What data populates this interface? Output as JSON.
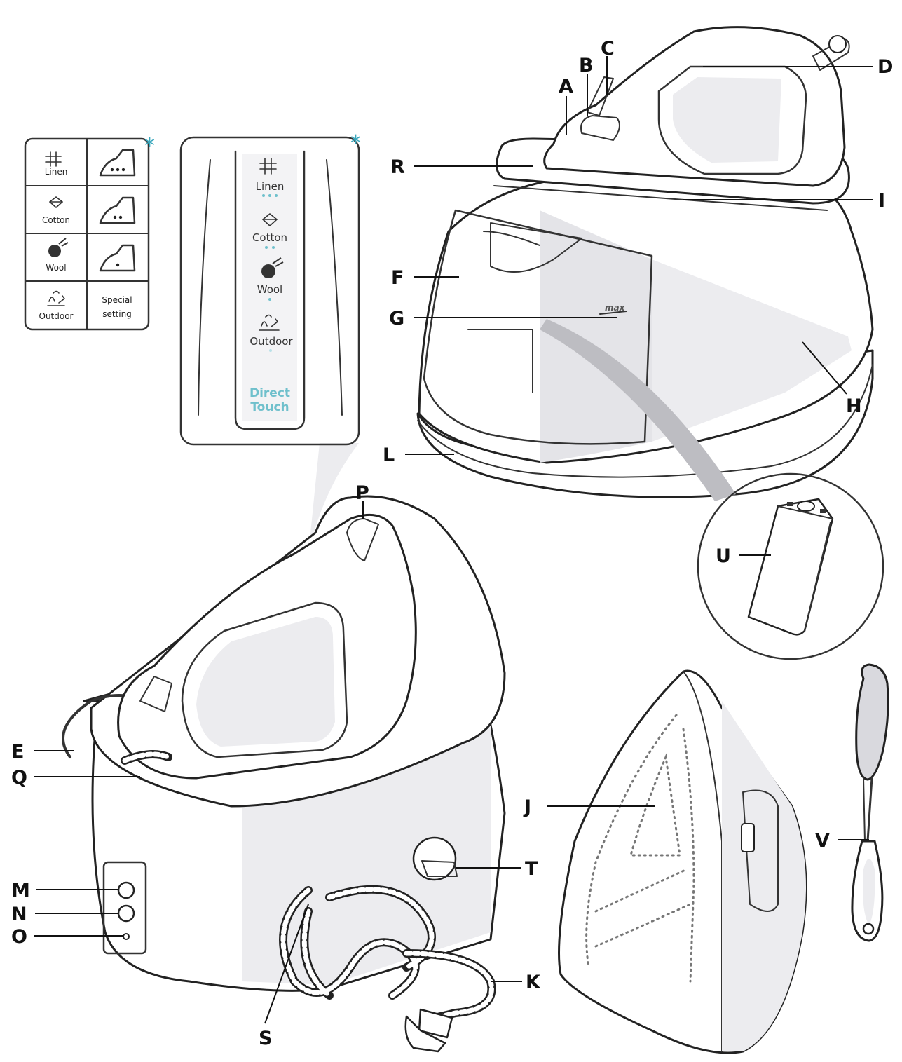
{
  "settings_table": {
    "cells": [
      {
        "label": "Linen",
        "icon": "linen-icon",
        "dots": 3
      },
      {
        "label": "Cotton",
        "icon": "cotton-icon",
        "dots": 2
      },
      {
        "label": "Wool",
        "icon": "wool-icon",
        "dots": 1
      },
      {
        "label": "Outdoor",
        "icon": "outdoor-icon"
      }
    ],
    "special_line1": "Special",
    "special_line2": "setting",
    "asterisk": "*"
  },
  "touch_strip": {
    "items": [
      {
        "label": "Linen",
        "icon": "linen-icon",
        "dots": 3
      },
      {
        "label": "Cotton",
        "icon": "cotton-icon",
        "dots": 2
      },
      {
        "label": "Wool",
        "icon": "wool-icon",
        "dots": 1
      },
      {
        "label": "Outdoor",
        "icon": "outdoor-icon",
        "dots": 1
      }
    ],
    "brand_line1": "Direct",
    "brand_line2": "Touch",
    "asterisk": "*",
    "accent_color": "#6fc0cc"
  },
  "water_tank": {
    "max_mark": "max"
  },
  "callouts": {
    "A": "A",
    "B": "B",
    "C": "C",
    "D": "D",
    "E": "E",
    "F": "F",
    "G": "G",
    "H": "H",
    "I": "I",
    "J": "J",
    "K": "K",
    "L": "L",
    "M": "M",
    "N": "N",
    "O": "O",
    "P": "P",
    "Q": "Q",
    "R": "R",
    "S": "S",
    "T": "T",
    "U": "U",
    "V": "V"
  }
}
